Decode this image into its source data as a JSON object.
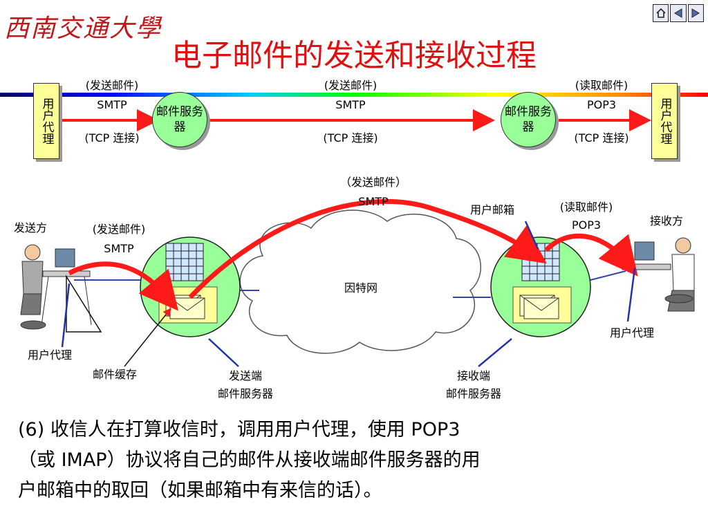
{
  "logo": "西南交通大學",
  "title": "电子邮件的发送和接收过程",
  "top": {
    "ua_left": "用户代理",
    "ua_right": "用户代理",
    "server1": "邮件服务器",
    "server2": "邮件服务器",
    "seg1": {
      "action": "(发送邮件)",
      "protocol": "SMTP",
      "conn": "(TCP 连接)"
    },
    "seg2": {
      "action": "(发送邮件)",
      "protocol": "SMTP",
      "conn": "(TCP 连接)"
    },
    "seg3": {
      "action": "(读取邮件)",
      "protocol": "POP3",
      "conn": "(TCP 连接)"
    }
  },
  "diagram": {
    "sender": "发送方",
    "receiver": "接收方",
    "send_action_left": "(发送邮件)",
    "send_protocol_left": "SMTP",
    "send_action_mid": "（发送邮件）",
    "send_protocol_mid": "SMTP",
    "read_action": "(读取邮件)",
    "read_protocol": "POP3",
    "mailbox": "用户邮箱",
    "internet": "因特网",
    "ua_left": "用户代理",
    "ua_right": "用户代理",
    "mail_cache": "邮件缓存",
    "send_server": "发送端",
    "send_server2": "邮件服务器",
    "recv_server": "接收端",
    "recv_server2": "邮件服务器"
  },
  "description": {
    "line1": "(6) 收信人在打算收信时，调用用户代理，使用 POP3",
    "line2": "（或 IMAP）协议将自己的邮件从接收端邮件服务器的用",
    "line3": "户邮箱中的取回（如果邮箱中有来信的话）。"
  },
  "colors": {
    "title": "#e01010",
    "arrow": "#ff1a1a",
    "server": "#99ff99",
    "ua": "#ffff99"
  }
}
